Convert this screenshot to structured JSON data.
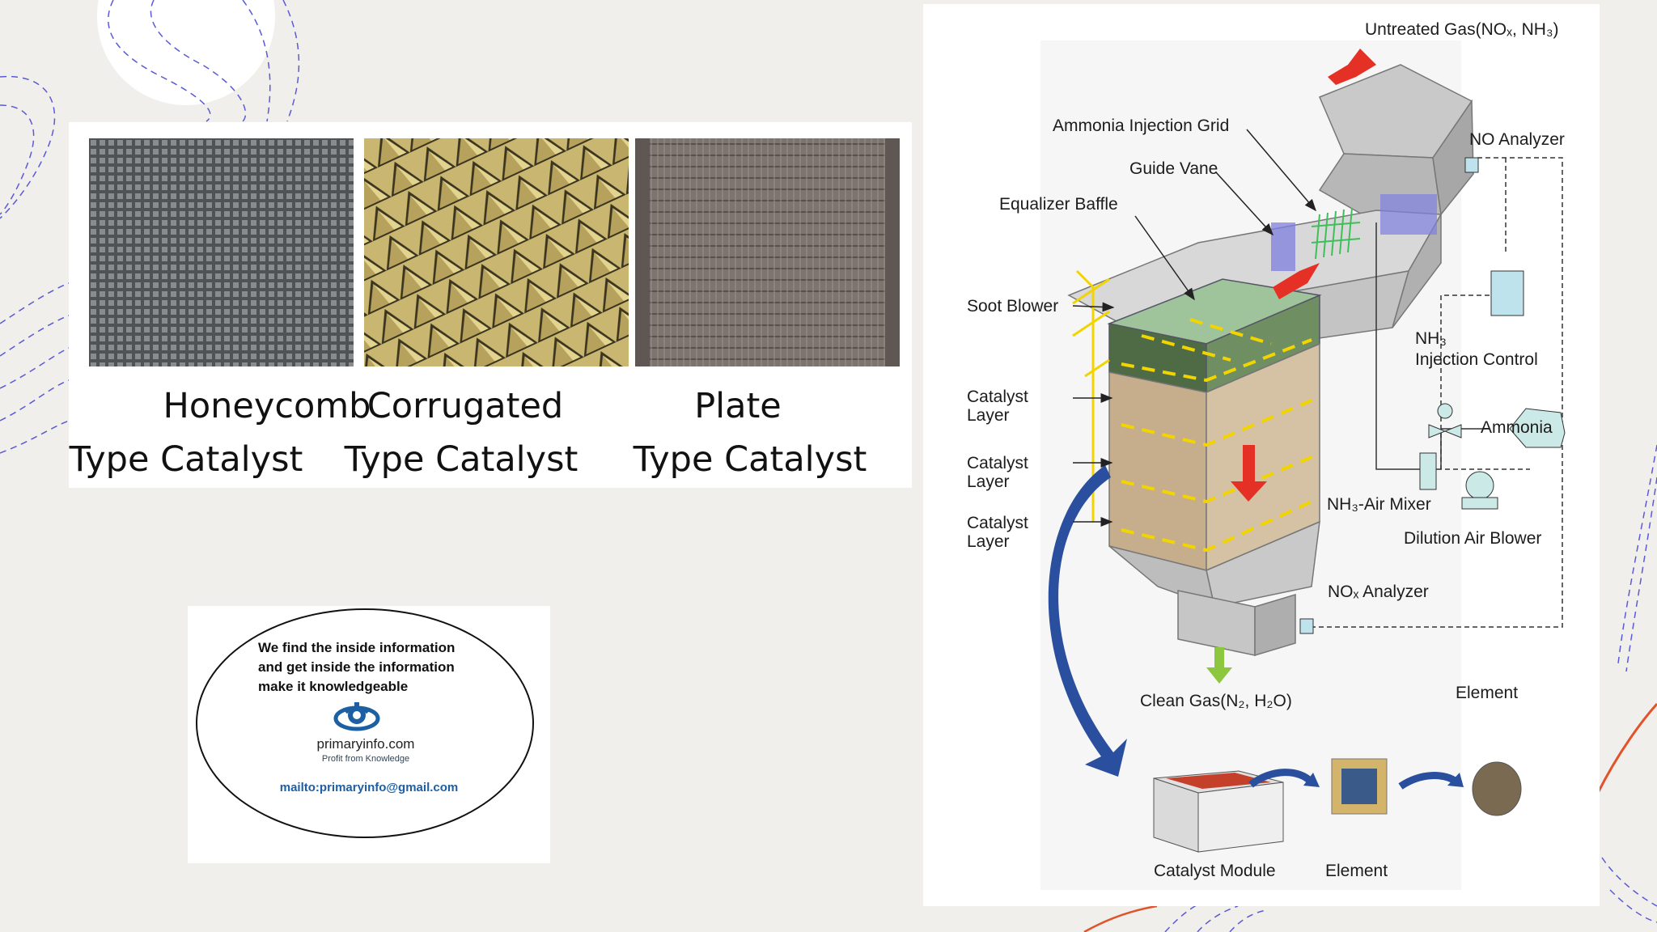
{
  "catalyst_types": [
    {
      "line1": "Honeycomb",
      "line2": "Type Catalyst"
    },
    {
      "line1": "Corrugated",
      "line2": "Type Catalyst"
    },
    {
      "line1": "Plate",
      "line2": "Type  Catalyst"
    }
  ],
  "logo_card": {
    "tagline": [
      "We find the inside information",
      "and get inside the information",
      "make it knowledgeable"
    ],
    "site": "primaryinfo.com",
    "slogan": "Profit from Knowledge",
    "email": "mailto:primaryinfo@gmail.com",
    "brand_color": "#1d5fa3"
  },
  "diagram": {
    "labels": {
      "untreated_gas": "Untreated Gas(NOₓ, NH₃)",
      "ammonia_grid": "Ammonia Injection Grid",
      "no_analyzer_top": "NO  Analyzer",
      "guide_vane": "Guide Vane",
      "equalizer_baffle": "Equalizer Baffle",
      "soot_blower": "Soot Blower",
      "nh3_control_1": "NH₃",
      "nh3_control_2": "Injection Control",
      "ammonia": "Ammonia",
      "catalyst_layer_word": "Catalyst",
      "layer_word": "Layer",
      "nh3_air_mixer": "NH₃-Air Mixer",
      "dilution_blower": "Dilution Air Blower",
      "nox_analyzer_bottom": "NOₓ Analyzer",
      "clean_gas": "Clean Gas(N₂, H₂O)",
      "element_right": "Element",
      "catalyst_module": "Catalyst Module",
      "element_bottom": "Element"
    },
    "colors": {
      "flow_arrow": "#e53026",
      "clean_arrow": "#8dc63f",
      "module_arrow": "#2a4f9e",
      "yellow_lines": "#f2d400"
    }
  }
}
